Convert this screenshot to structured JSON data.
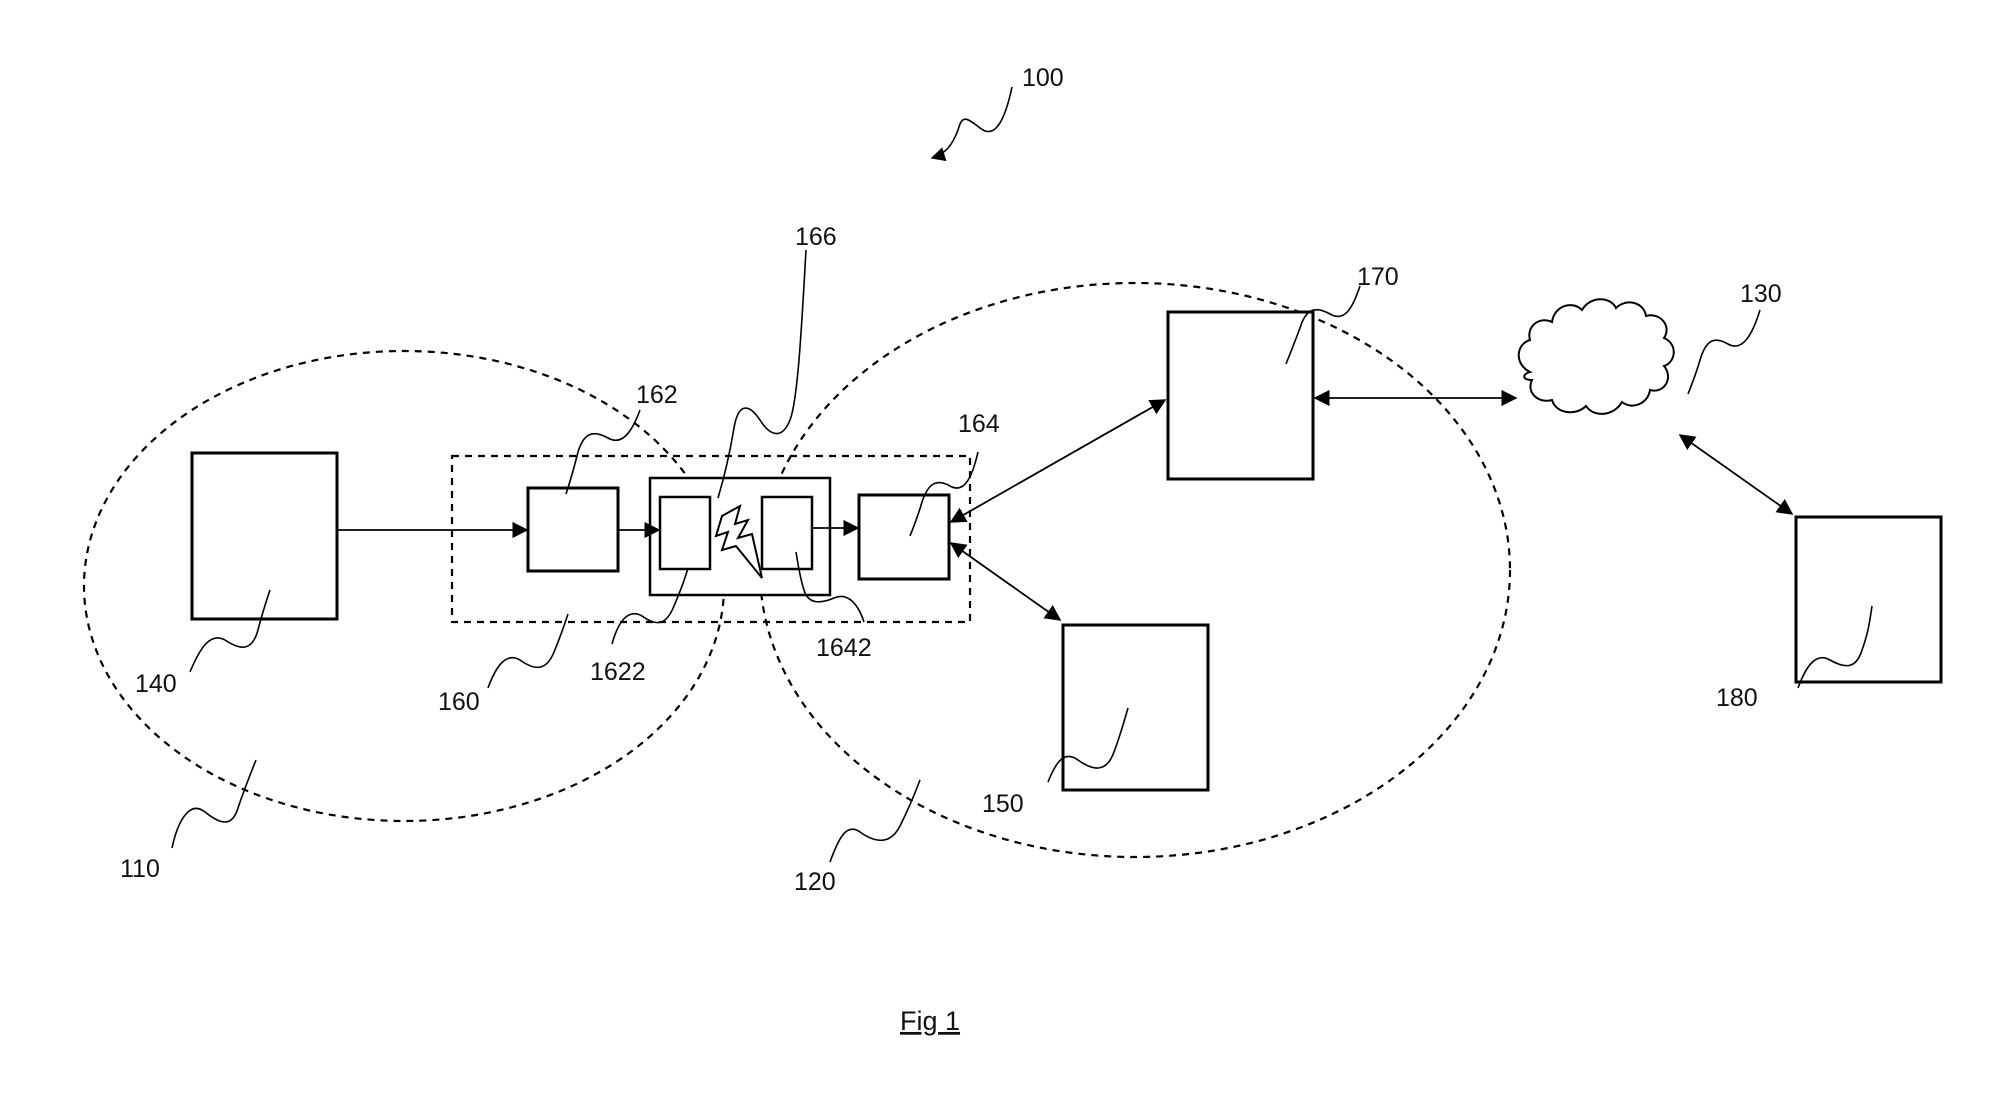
{
  "labels": {
    "system": "100",
    "zone_a": "110",
    "zone_b": "120",
    "cloud": "130",
    "device_140": "140",
    "device_150": "150",
    "module_160": "160",
    "unit_162": "162",
    "unit_164": "164",
    "link_166": "166",
    "server_170": "170",
    "remote_180": "180",
    "sub_1622": "1622",
    "sub_1642": "1642"
  },
  "caption": "Fig 1"
}
